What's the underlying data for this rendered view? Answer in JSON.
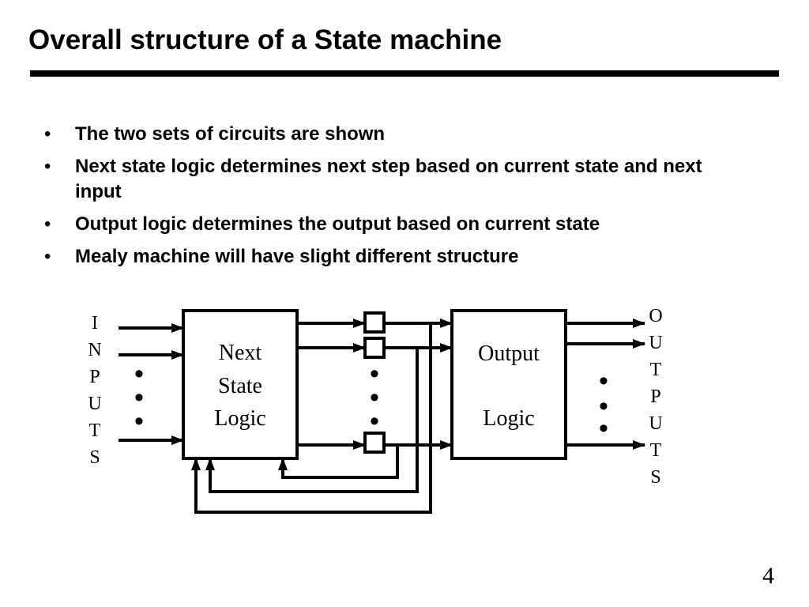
{
  "slide": {
    "title": "Overall structure of a State machine",
    "page_number": "4"
  },
  "bullets": [
    "The two sets of circuits are shown",
    "Next state logic determines next step based on current state and next input",
    "Output logic determines the output based on current state",
    "Mealy machine will have slight different structure"
  ],
  "bullet_marker": "•",
  "diagram": {
    "inputs_label": [
      "I",
      "N",
      "P",
      "U",
      "T",
      "S"
    ],
    "outputs_label": [
      "O",
      "U",
      "T",
      "P",
      "U",
      "T",
      "S"
    ],
    "next_state_box": [
      "Next",
      "State",
      "Logic"
    ],
    "output_box": [
      "Output",
      "Logic"
    ],
    "ellipsis": "•"
  }
}
